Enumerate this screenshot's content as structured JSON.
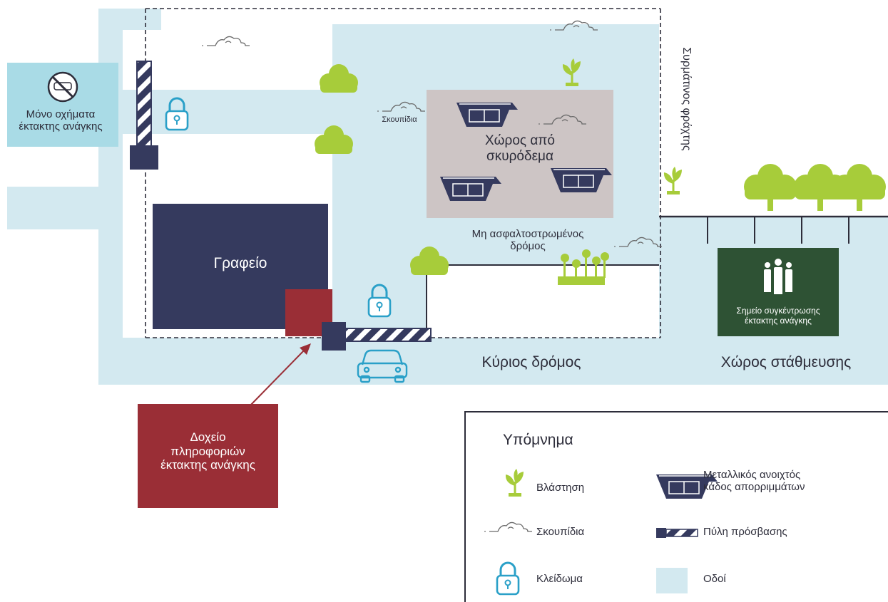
{
  "labels": {
    "emergency_only_line1": "Μόνο οχήματα",
    "emergency_only_line2": "έκτακτης ανάγκης",
    "rubbish_small": "Σκουπίδια",
    "concrete_line1": "Χώρος από",
    "concrete_line2": "σκυρόδεμα",
    "fence": "Συρμάτινος φράχτης",
    "unpaved_line1": "Μη ασφαλτοστρωμένος",
    "unpaved_line2": "δρόμος",
    "office": "Γραφείο",
    "assembly_line1": "Σημείο συγκέντρωσης",
    "assembly_line2": "έκτακτης ανάγκης",
    "main_road": "Κύριος δρόμος",
    "parking": "Χώρος στάθμευσης",
    "info_box_line1": "Δοχείο",
    "info_box_line2": "πληροφοριών",
    "info_box_line3": "έκτακτης ανάγκης"
  },
  "legend": {
    "title": "Υπόμνημα",
    "vegetation": "Βλάστηση",
    "skip_line1": "Μεταλλικός ανοιχτός",
    "skip_line2": "κάδος απορριμμάτων",
    "rubbish": "Σκουπίδια",
    "gate": "Πύλη πρόσβασης",
    "lock": "Κλείδωμα",
    "roads": "Οδοί"
  },
  "colors": {
    "road": "#d3e9f0",
    "concrete": "#cdc5c5",
    "navy": "#353a5e",
    "red": "#9a2e36",
    "green_dark": "#2e5234",
    "vegetation": "#a7cc3a",
    "emergency_sign": "#a9dbe6",
    "lock": "#2aa0c8"
  }
}
